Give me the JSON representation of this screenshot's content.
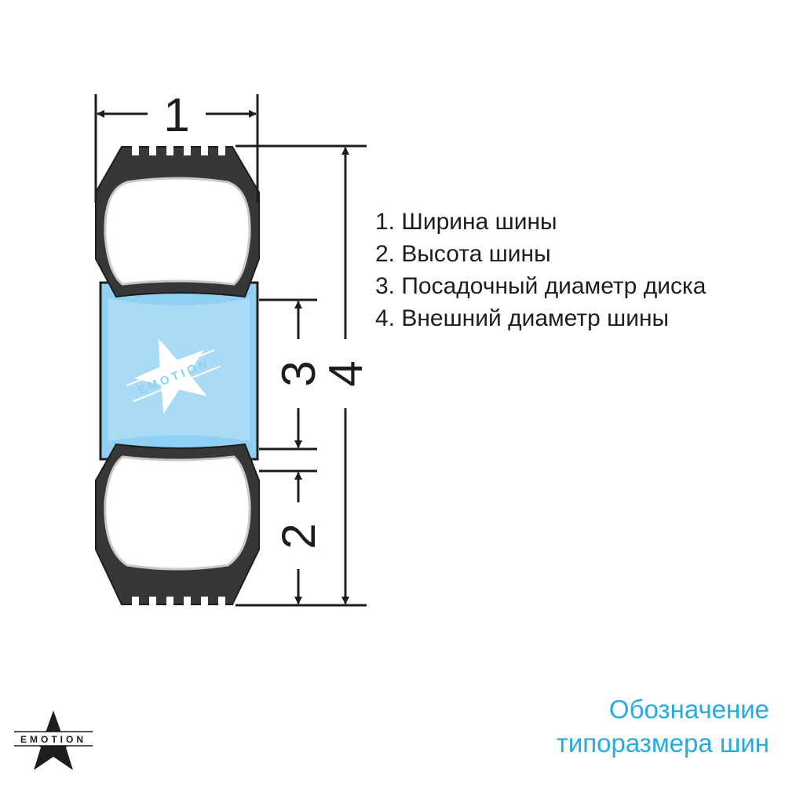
{
  "diagram": {
    "dimension_labels": [
      "1",
      "2",
      "3",
      "4"
    ],
    "legend": [
      "1. Ширина шины",
      "2. Высота шины",
      "3. Посадочный диаметр диска",
      "4. Внешний диаметр шины"
    ],
    "brand_on_rim": "EMOTION",
    "colors": {
      "tire": "#37373a",
      "rim": "#8fd0f3",
      "line": "#1d1d1b",
      "caption": "#27aae1"
    }
  },
  "caption": {
    "line1": "Обозначение",
    "line2": "типоразмера шин"
  },
  "logo": {
    "text": "EMOTION",
    "icon": "star-icon"
  }
}
